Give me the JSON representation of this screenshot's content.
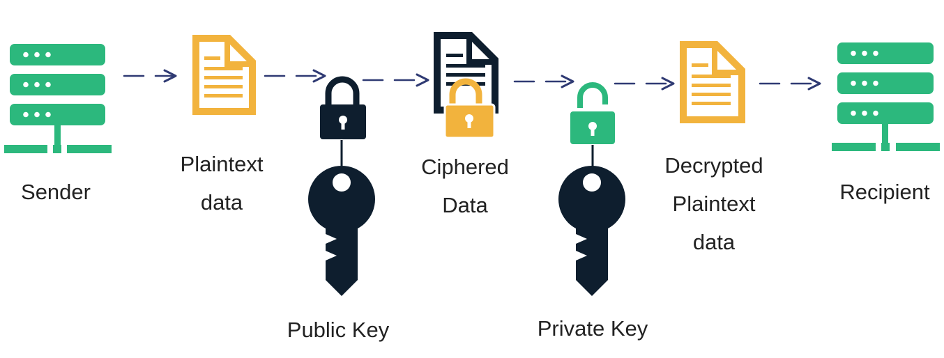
{
  "diagram": {
    "colors": {
      "green": "#2cb87d",
      "gold": "#f2b33d",
      "navy": "#0e1e2e",
      "arrow": "#2f3a73",
      "text": "#222222",
      "white": "#ffffff"
    },
    "nodes": {
      "sender": {
        "icon": "server-icon",
        "label": "Sender"
      },
      "plaintext": {
        "icon": "document-icon",
        "label_line1": "Plaintext",
        "label_line2": "data"
      },
      "ciphered": {
        "icon": "locked-document-icon",
        "label_line1": "Ciphered",
        "label_line2": "Data"
      },
      "decrypted": {
        "icon": "document-icon",
        "label_line1": "Decrypted",
        "label_line2": "Plaintext",
        "label_line3": "data"
      },
      "recipient": {
        "icon": "server-icon",
        "label": "Recipient"
      }
    },
    "keys": {
      "public": {
        "lock_icon": "padlock-closed-icon",
        "key_icon": "key-icon",
        "label": "Public Key"
      },
      "private": {
        "lock_icon": "padlock-open-icon",
        "key_icon": "key-icon",
        "label": "Private Key"
      }
    }
  }
}
